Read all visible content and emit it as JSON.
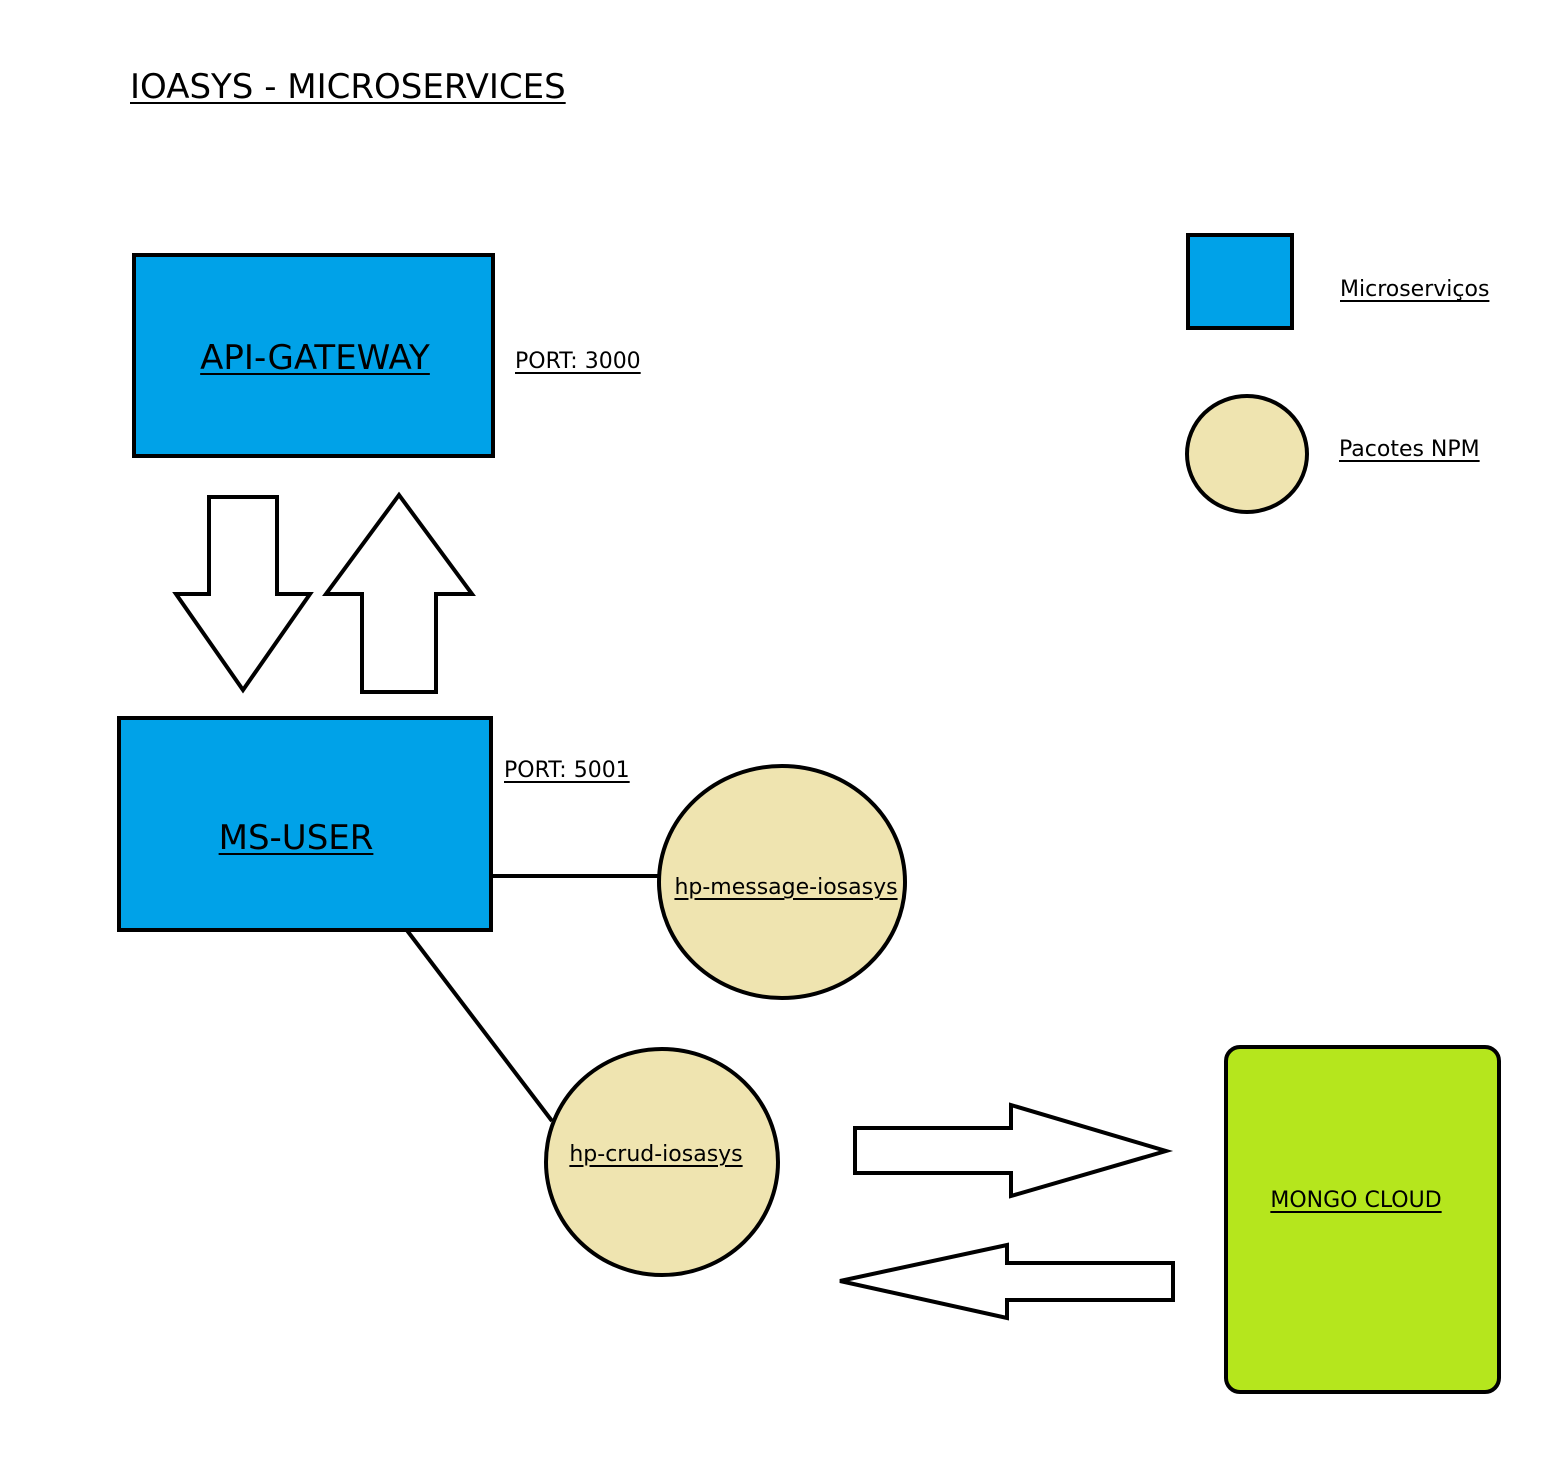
{
  "title": "IOASYS - MICROSERVICES",
  "colors": {
    "microservice": "#00A2E8",
    "npm_package": "#EFE4B0",
    "database": "#B5E61D",
    "stroke": "#000000",
    "arrow_fill": "#FFFFFF"
  },
  "nodes": {
    "api_gateway": {
      "label": "API-GATEWAY",
      "port": "PORT: 3000"
    },
    "ms_user": {
      "label": "MS-USER",
      "port": "PORT: 5001"
    },
    "hp_message": {
      "label": "hp-message-iosasys"
    },
    "hp_crud": {
      "label": "hp-crud-iosasys"
    },
    "mongo_cloud": {
      "label": "MONGO CLOUD"
    }
  },
  "legend": {
    "microservices": {
      "label": "Microserviços",
      "shape": "rectangle"
    },
    "npm_packages": {
      "label": "Pacotes NPM",
      "shape": "circle"
    }
  },
  "edges": [
    {
      "from": "api_gateway",
      "to": "ms_user",
      "style": "block-arrow"
    },
    {
      "from": "ms_user",
      "to": "api_gateway",
      "style": "block-arrow"
    },
    {
      "from": "ms_user",
      "to": "hp_message",
      "style": "line"
    },
    {
      "from": "ms_user",
      "to": "hp_crud",
      "style": "line"
    },
    {
      "from": "hp_crud",
      "to": "mongo_cloud",
      "style": "block-arrow"
    },
    {
      "from": "mongo_cloud",
      "to": "hp_crud",
      "style": "block-arrow"
    }
  ]
}
